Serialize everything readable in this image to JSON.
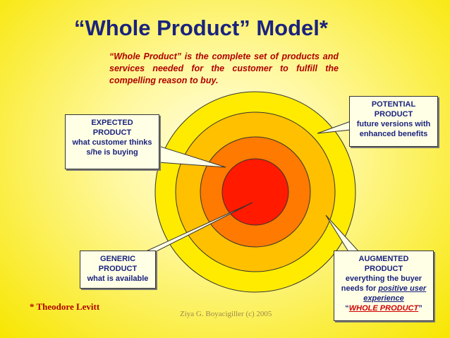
{
  "title": "“Whole Product” Model*",
  "subtitle": "“Whole Product” is the complete set of products and services needed for the customer to fulfill the compelling reason to buy.",
  "boxes": {
    "expected": {
      "title1": "EXPECTED",
      "title2": "PRODUCT",
      "desc1": "what customer thinks",
      "desc2": "s/he is buying"
    },
    "potential": {
      "title1": "POTENTIAL",
      "title2": "PRODUCT",
      "desc1": "future versions with",
      "desc2": "enhanced benefits"
    },
    "generic": {
      "title1": "GENERIC",
      "title2": "PRODUCT",
      "desc1": "what is available"
    },
    "augmented": {
      "title1": "AUGMENTED",
      "title2": "PRODUCT",
      "desc1": "everything the buyer",
      "desc2_prefix": "needs for ",
      "desc2_link": "positive user",
      "desc3_link": "experience",
      "quote_open": "“",
      "whole_product": "WHOLE PRODUCT",
      "quote_close": "”"
    }
  },
  "footnote": "* Theodore Levitt",
  "credit": "Ziya G. Boyacigiller (c) 2005",
  "colors": {
    "title": "#1a237e",
    "subtitle": "#b00000",
    "ring_potential": "#ffeb00",
    "ring_augmented": "#ffc000",
    "ring_expected": "#ff7a00",
    "ring_generic": "#ff1a00",
    "box_text": "#1a237e",
    "box_bg": "#ffffe6"
  }
}
